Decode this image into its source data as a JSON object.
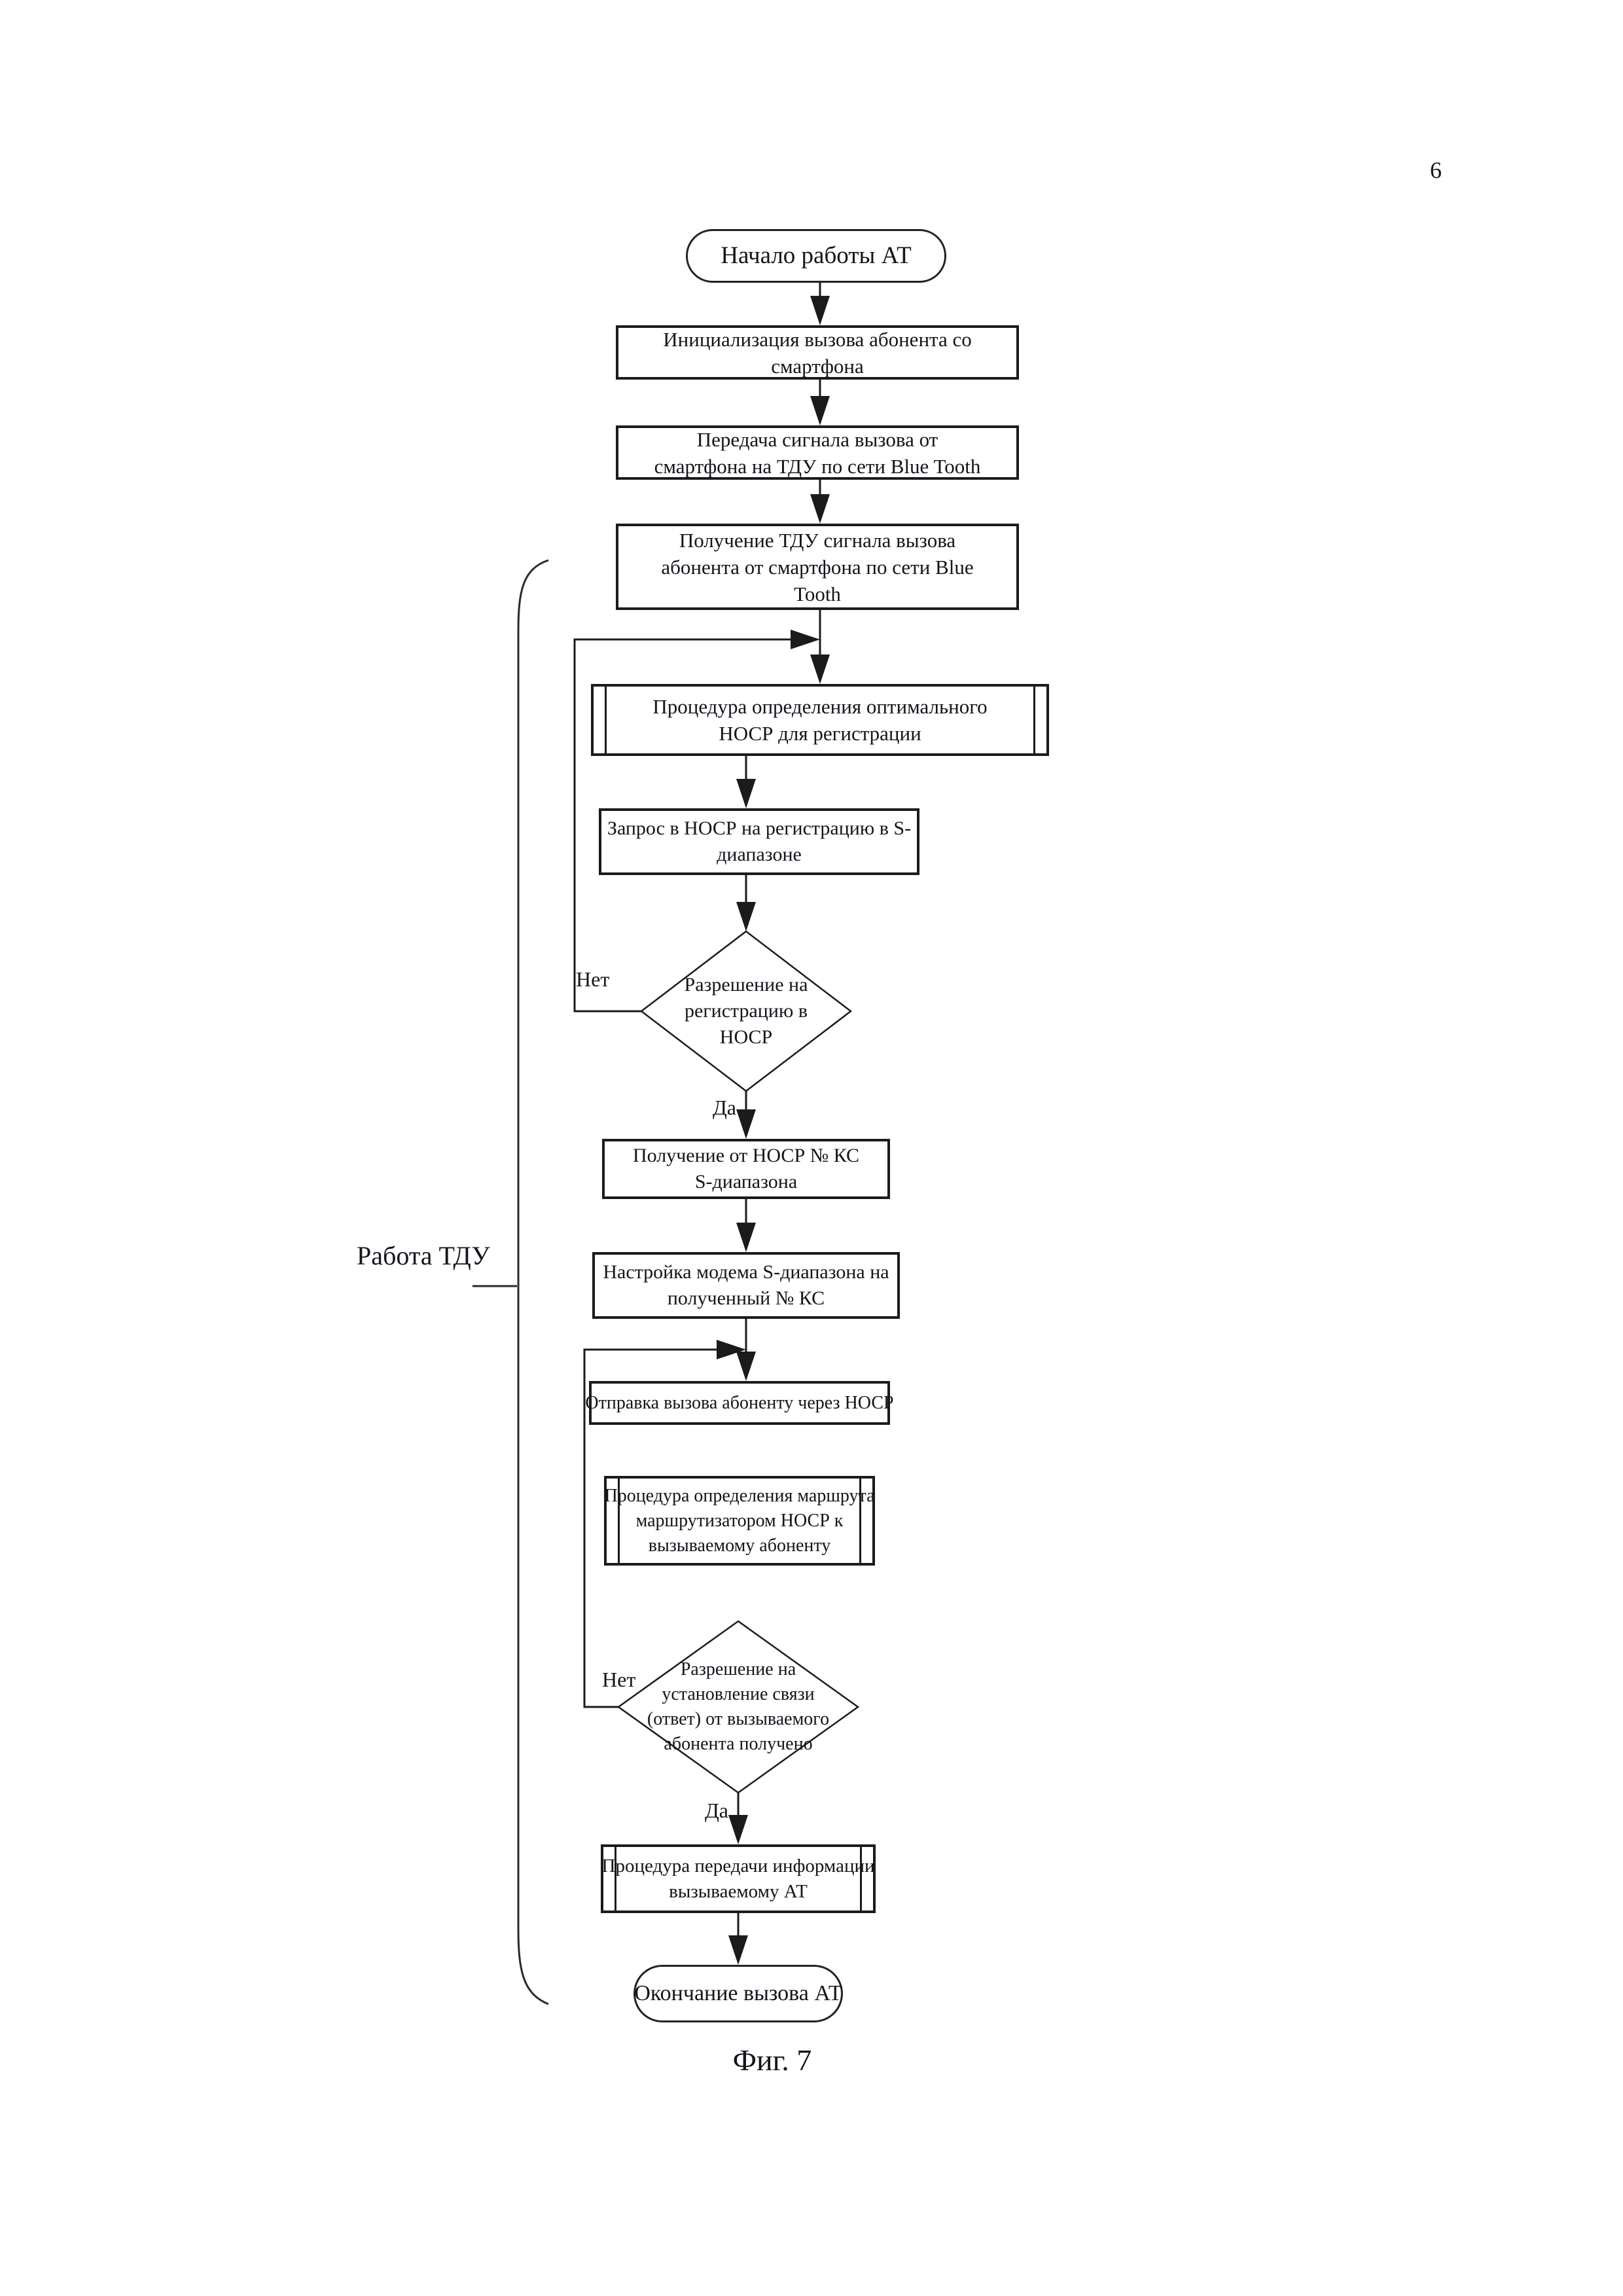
{
  "page": {
    "number": "6",
    "caption": "Фиг. 7"
  },
  "colors": {
    "line": "#1b1b1b",
    "text": "#14141c",
    "background": "#ffffff"
  },
  "flowchart": {
    "brace_label": "Работа ТДУ",
    "labels": {
      "no1": "Нет",
      "yes1": "Да",
      "no2": "Нет",
      "yes2": "Да"
    },
    "nodes": {
      "start": {
        "type": "terminator",
        "lines": [
          "Начало работы АТ"
        ]
      },
      "init": {
        "type": "process",
        "lines": [
          "Инициализация вызова абонента со",
          "смартфона"
        ]
      },
      "transmit": {
        "type": "process",
        "lines": [
          "Передача сигнала вызова от",
          "смартфона на ТДУ по сети Blue Tooth"
        ]
      },
      "receive": {
        "type": "process",
        "lines": [
          "Получение ТДУ сигнала вызова",
          "абонента от смартфона по сети Blue",
          "Tooth"
        ]
      },
      "proc_opt": {
        "type": "subroutine",
        "lines": [
          "Процедура  определения оптимального",
          "НОСР для регистрации"
        ]
      },
      "request": {
        "type": "process",
        "lines": [
          "Запрос в НОСР на регистрацию в S-",
          "диапазоне"
        ]
      },
      "dec_reg": {
        "type": "decision",
        "lines": [
          "Разрешение на",
          "регистрацию в",
          "НОСР"
        ]
      },
      "get_ks": {
        "type": "process",
        "lines": [
          "Получение от НОСР № КС",
          "S-диапазона"
        ]
      },
      "tune": {
        "type": "process",
        "lines": [
          "Настройка модема S-диапазона на",
          "полученный № КС"
        ]
      },
      "send_call": {
        "type": "process",
        "lines": [
          "Отправка вызова абоненту через НОСР"
        ]
      },
      "proc_route": {
        "type": "subroutine",
        "lines": [
          "Процедура  определения маршрута",
          "маршрутизатором НОСР к",
          "вызываемому абоненту"
        ]
      },
      "dec_answer": {
        "type": "decision",
        "lines": [
          "Разрешение на",
          "установление связи",
          "(ответ) от вызываемого",
          "абонента получено"
        ]
      },
      "proc_transfer": {
        "type": "subroutine",
        "lines": [
          "Процедура  передачи информации",
          "вызываемому АТ"
        ]
      },
      "end": {
        "type": "terminator",
        "lines": [
          "Окончание вызова АТ"
        ]
      }
    }
  }
}
